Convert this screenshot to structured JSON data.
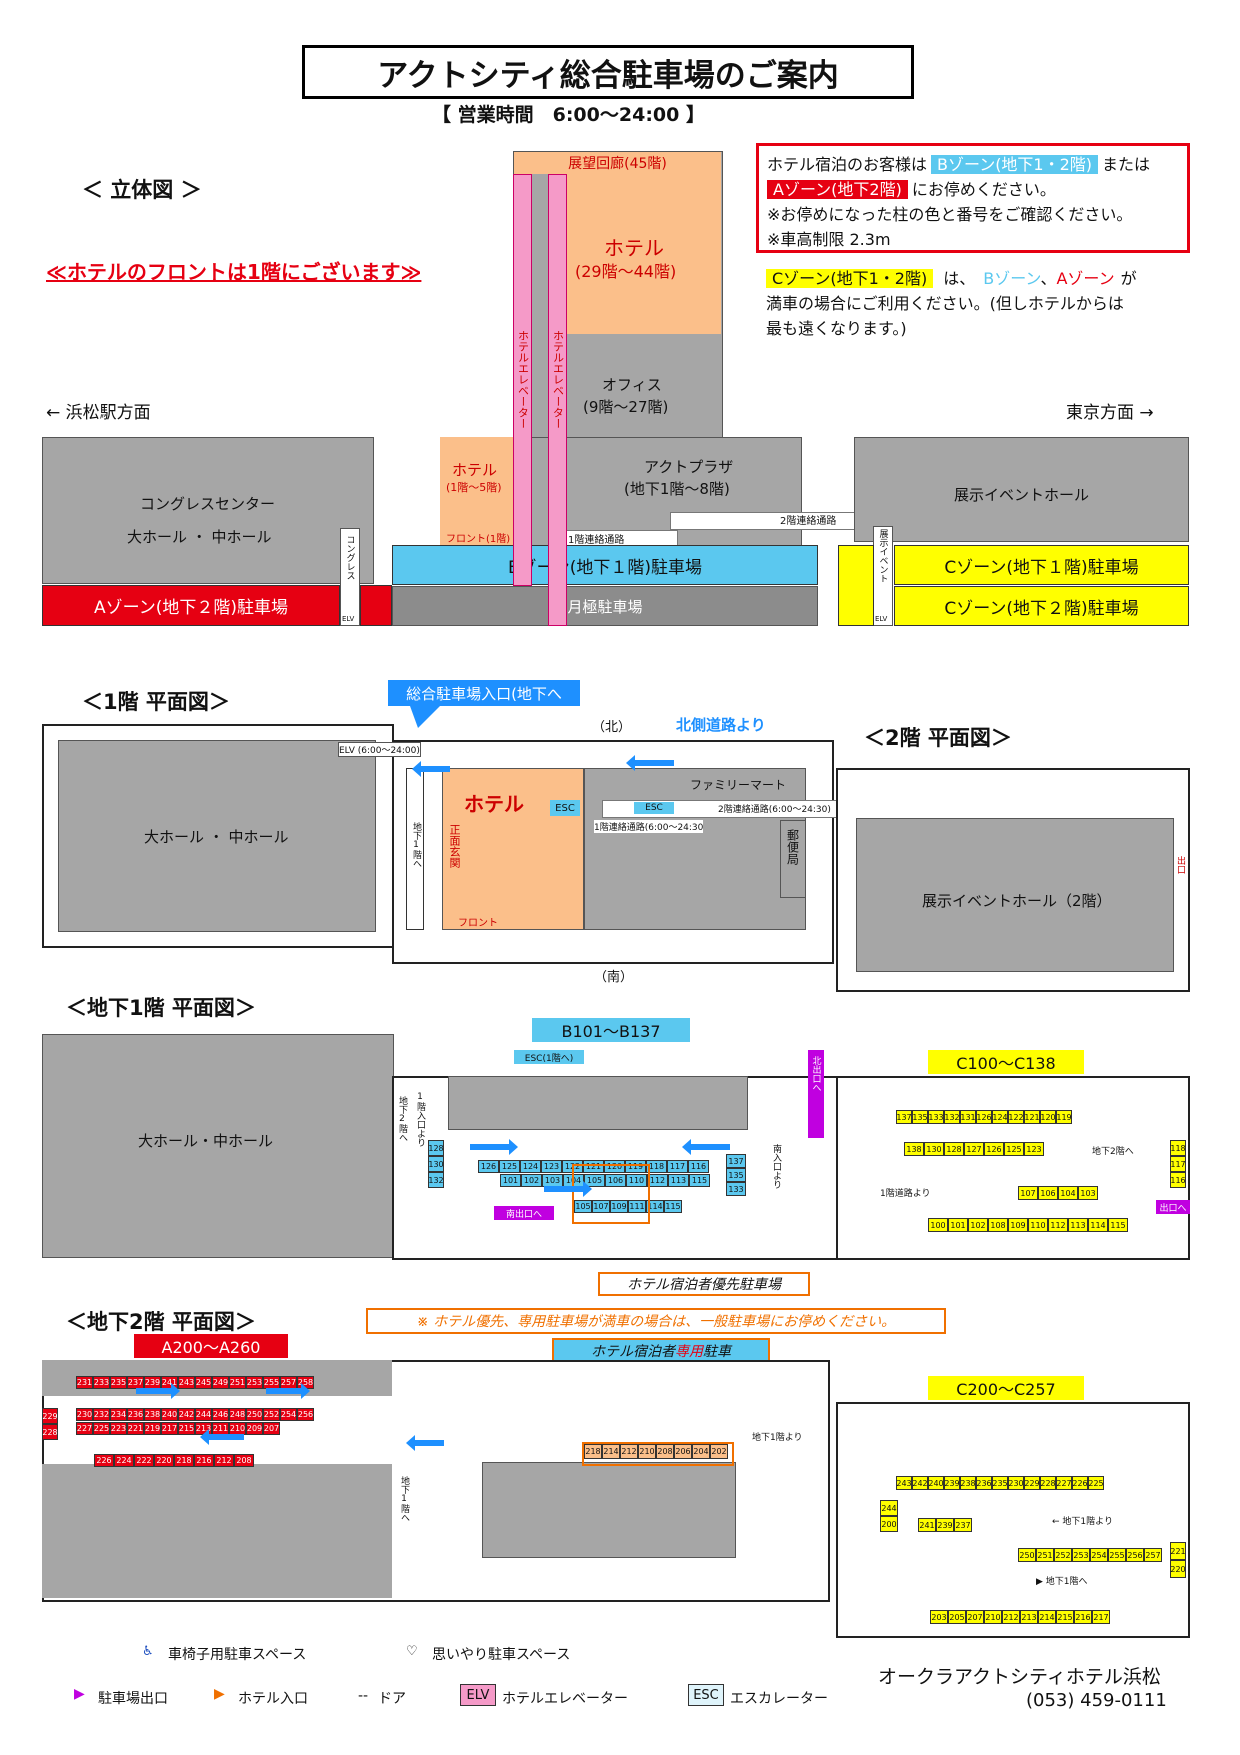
{
  "header": {
    "title": "アクトシティ総合駐車場のご案内",
    "hours": "【 営業時間　6:00〜24:00 】"
  },
  "elevation": {
    "heading": "＜ 立体図 ＞",
    "front_notice": "≪ホテルのフロントは1階にございます≫",
    "to_station": "← 浜松駅方面",
    "to_tokyo": "東京方面 →",
    "observatory": "展望回廊(45階)",
    "hotel_upper": "ホテル",
    "hotel_upper_floors": "(29階〜44階)",
    "office": "オフィス",
    "office_floors": "(9階〜27階)",
    "elevator_label": "ホテルエレベーター",
    "hotel_lower": "ホテル",
    "hotel_lower_floors": "(1階〜5階)",
    "act_plaza": "アクトプラザ",
    "act_plaza_floors": "(地下1階〜8階)",
    "front_1f": "フロント(1階)",
    "congress": "コングレスセンター",
    "hall": "大ホール ・ 中ホール",
    "congress_elv": "コングレス",
    "elv": "ELV",
    "b1_passage": "1階連絡通路",
    "f2_passage": "2階連絡通路",
    "exhibit_hall": "展示イベントホール",
    "exhibit_elv": "展示イベント",
    "zone_a": "Aゾーン(地下２階)駐車場",
    "zone_b": "Bゾーン(地下１階)駐車場",
    "monthly": "月極駐車場",
    "zone_c1": "Cゾーン(地下１階)駐車場",
    "zone_c2": "Cゾーン(地下２階)駐車場"
  },
  "notice": {
    "line1_a": "ホテル宿泊のお客様は",
    "line1_b": "Bゾーン(地下1・2階)",
    "line1_c": "または",
    "line2_a": "Aゾーン(地下2階)",
    "line2_b": "にお停めください。",
    "line3": "※お停めになった柱の色と番号をご確認ください。",
    "line4": "※車高制限 2.3m",
    "c_zone": "Cゾーン(地下1・2階)",
    "c_text1": "は、",
    "c_b": "Bゾーン",
    "c_sep": "、",
    "c_a": "Aゾーン",
    "c_text2": "が",
    "c_line2": "満車の場合にご利用ください。(但しホテルからは",
    "c_line3": "最も遠くなります。)"
  },
  "floor1": {
    "heading": "＜1階 平面図＞",
    "entrance": "総合駐車場入口(地下へ",
    "north": "（北）",
    "south": "（南）",
    "from_north": "北側道路より",
    "elv_hours": "ELV (6:00〜24:00)",
    "hall": "大ホール ・ 中ホール",
    "to_1f": "地下1階へ",
    "hotel": "ホテル",
    "main_entrance": "正面玄関",
    "front": "フロント",
    "esc": "ESC",
    "family_mart": "ファミリーマート",
    "passage2": "2階連絡通路(6:00〜24:30)",
    "passage1": "1階連絡通路(6:00〜24:30",
    "post": "郵便局",
    "exhibit": "展示イベントホール（2階）",
    "exit": "出口",
    "heading2": "＜2階 平面図＞"
  },
  "b1": {
    "heading": "＜地下1階 平面図＞",
    "range_b": "B101〜B137",
    "range_c": "C100〜C138",
    "esc": "ESC(1階へ)",
    "hall": "大ホール・中ホール",
    "to_b2": "地下2階へ",
    "from_1f": "1階入口より",
    "south_exit": "南出口へ",
    "north_exit": "北出口へ",
    "from_south": "南入口より",
    "from_1f_road": "1階道路より",
    "to_b2_c": "地下2階へ",
    "exit": "出口へ",
    "b_row1": [
      "126",
      "125",
      "124",
      "123",
      "122",
      "121",
      "120",
      "119",
      "118",
      "117",
      "116"
    ],
    "b_row2": [
      "101",
      "102",
      "103",
      "104",
      "105",
      "106",
      "110",
      "112",
      "113",
      "115"
    ],
    "b_row3": [
      "105",
      "107",
      "109",
      "111",
      "114",
      "115"
    ],
    "b_left": [
      "128",
      "130",
      "132"
    ],
    "b_right": [
      "137",
      "135",
      "133"
    ],
    "c_top": [
      "137",
      "135",
      "133",
      "132",
      "131",
      "126",
      "124",
      "122",
      "121",
      "120",
      "119"
    ],
    "c_mid": [
      "138",
      "130",
      "128",
      "127",
      "126",
      "125",
      "123"
    ],
    "c_low": [
      "107",
      "106",
      "104",
      "103"
    ],
    "c_bot": [
      "100",
      "101",
      "102",
      "108",
      "109",
      "110",
      "112",
      "113",
      "114",
      "115"
    ],
    "c_right": [
      "118",
      "117",
      "116"
    ],
    "priority": "ホテル宿泊者優先駐車場"
  },
  "b2": {
    "heading": "＜地下2階 平面図＞",
    "range_a": "A200〜A260",
    "range_c": "C200〜C257",
    "caution": "※ ホテル優先、専用駐車場が満車の場合は、一般駐車場にお停めください。",
    "dedicated_a": "ホテル宿泊者",
    "dedicated_b": "専用",
    "dedicated_c": "駐車",
    "a_top": [
      "231",
      "233",
      "235",
      "237",
      "239",
      "241",
      "243",
      "245",
      "249",
      "251",
      "253",
      "255",
      "257",
      "258"
    ],
    "a_mid1": [
      "230",
      "232",
      "234",
      "236",
      "238",
      "240",
      "242",
      "244",
      "246",
      "248",
      "250",
      "252",
      "254",
      "256"
    ],
    "a_mid2": [
      "227",
      "225",
      "223",
      "221",
      "219",
      "217",
      "215",
      "213",
      "211",
      "210",
      "209",
      "207"
    ],
    "a_bot": [
      "226",
      "224",
      "222",
      "220",
      "218",
      "216",
      "212",
      "208"
    ],
    "a_left": [
      "229",
      "228"
    ],
    "b_row": [
      "218",
      "214",
      "212",
      "210",
      "208",
      "206",
      "204",
      "202"
    ],
    "from_b1": "地下1階より",
    "to_b1": "地下1階へ",
    "c_top": [
      "243",
      "242",
      "240",
      "239",
      "238",
      "236",
      "235",
      "230",
      "229",
      "228",
      "227",
      "226",
      "225"
    ],
    "c_mid": [
      "241",
      "239",
      "237"
    ],
    "c_mid2": [
      "250",
      "251",
      "252",
      "253",
      "254",
      "255",
      "256",
      "257"
    ],
    "c_bot": [
      "203",
      "205",
      "207",
      "210",
      "212",
      "213",
      "214",
      "215",
      "216",
      "217"
    ],
    "c_left": [
      "244",
      "200"
    ],
    "c_right": [
      "221",
      "220"
    ],
    "c_from": "← 地下1階より",
    "c_to": "▶ 地下1階へ"
  },
  "legend": {
    "wheelchair": "車椅子用駐車スペース",
    "heart": "思いやり駐車スペース",
    "exit": "駐車場出口",
    "hotel_entry": "ホテル入口",
    "door": "ドア",
    "elv": "ELV",
    "elv_label": "ホテルエレベーター",
    "esc": "ESC",
    "esc_label": "エスカレーター"
  },
  "footer": {
    "hotel": "オークラアクトシティホテル浜松",
    "tel": "(053) 459-0111"
  }
}
